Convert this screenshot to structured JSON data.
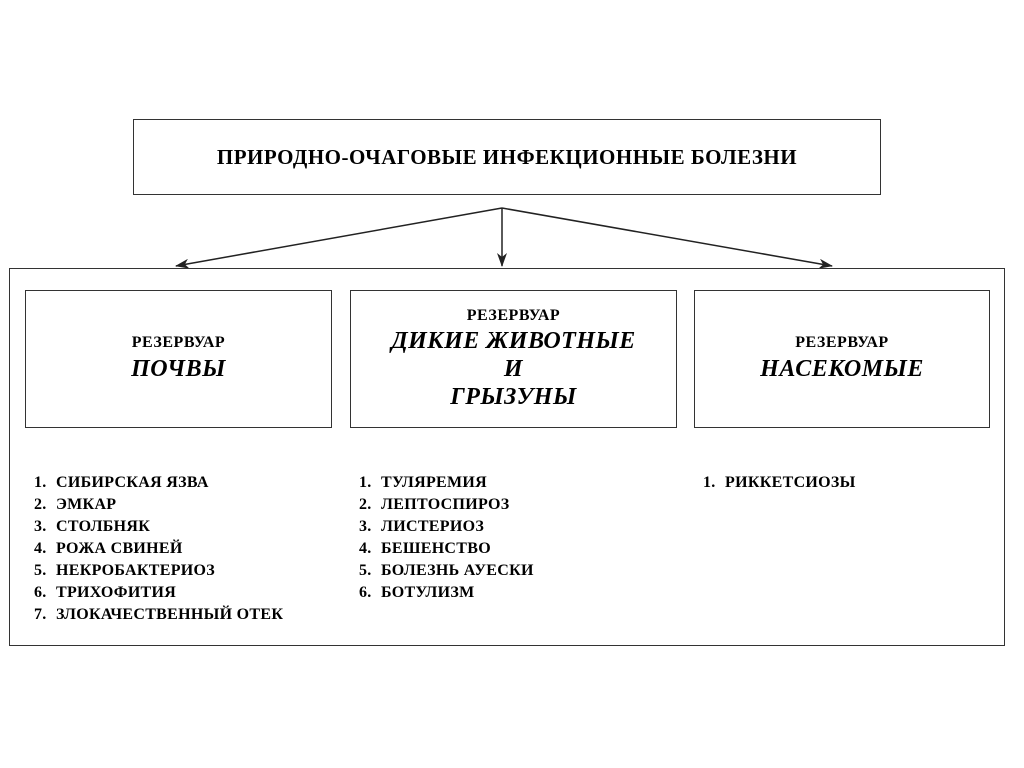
{
  "title": "ПРИРОДНО-ОЧАГОВЫЕ ИНФЕКЦИОННЫЕ БОЛЕЗНИ",
  "reservoirs": [
    {
      "label": "РЕЗЕРВУАР",
      "name_lines": [
        "ПОЧВЫ"
      ],
      "diseases": [
        {
          "num": "1.",
          "text": "СИБИРСКАЯ ЯЗВА"
        },
        {
          "num": "2.",
          "text": "ЭМКАР"
        },
        {
          "num": "3.",
          "text": "СТОЛБНЯК"
        },
        {
          "num": "4.",
          "text": "РОЖА СВИНЕЙ"
        },
        {
          "num": "5.",
          "text": "НЕКРОБАКТЕРИОЗ"
        },
        {
          "num": "6.",
          "text": "ТРИХОФИТИЯ"
        },
        {
          "num": "7.",
          "text": "ЗЛОКАЧЕСТВЕННЫЙ ОТЕК"
        }
      ]
    },
    {
      "label": "РЕЗЕРВУАР",
      "name_lines": [
        "ДИКИЕ ЖИВОТНЫЕ",
        "И",
        "ГРЫЗУНЫ"
      ],
      "diseases": [
        {
          "num": "1.",
          "text": "ТУЛЯРЕМИЯ"
        },
        {
          "num": "2.",
          "text": "ЛЕПТОСПИРОЗ"
        },
        {
          "num": "3.",
          "text": "ЛИСТЕРИОЗ"
        },
        {
          "num": "4.",
          "text": "БЕШЕНСТВО"
        },
        {
          "num": "5.",
          "text": "БОЛЕЗНЬ АУЕСКИ"
        },
        {
          "num": "6.",
          "text": "БОТУЛИЗМ"
        }
      ]
    },
    {
      "label": "РЕЗЕРВУАР",
      "name_lines": [
        "НАСЕКОМЫЕ"
      ],
      "diseases": [
        {
          "num": "1.",
          "text": "РИККЕТСИОЗЫ"
        }
      ]
    }
  ],
  "colors": {
    "border": "#333333",
    "text": "#000000",
    "background": "#ffffff"
  }
}
